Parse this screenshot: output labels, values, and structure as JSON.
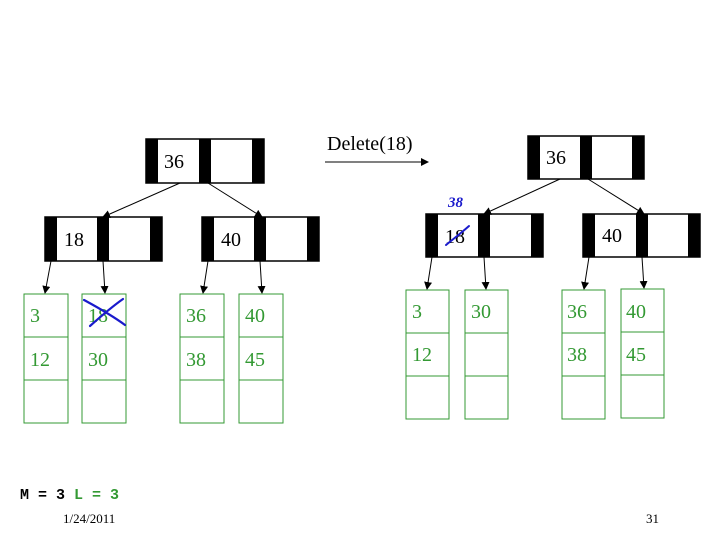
{
  "operation_label": "Delete(18)",
  "before": {
    "root": {
      "keys": [
        "36",
        ""
      ]
    },
    "internal": [
      {
        "keys": [
          "18",
          ""
        ]
      },
      {
        "keys": [
          "40",
          ""
        ]
      }
    ],
    "leaves": [
      {
        "keys": [
          "3",
          "12",
          ""
        ]
      },
      {
        "keys": [
          "18",
          "30",
          ""
        ],
        "crossed_out": "18"
      },
      {
        "keys": [
          "36",
          "38",
          ""
        ]
      },
      {
        "keys": [
          "40",
          "45",
          ""
        ]
      }
    ]
  },
  "after": {
    "root": {
      "keys": [
        "36",
        ""
      ]
    },
    "internal": [
      {
        "keys": [
          "18",
          ""
        ],
        "replacement_note": "38"
      },
      {
        "keys": [
          "40",
          ""
        ]
      }
    ],
    "leaves": [
      {
        "keys": [
          "3",
          "12",
          ""
        ]
      },
      {
        "keys": [
          "30",
          "",
          ""
        ]
      },
      {
        "keys": [
          "36",
          "38",
          ""
        ]
      },
      {
        "keys": [
          "40",
          "45",
          ""
        ]
      }
    ]
  },
  "params": {
    "m_text": "M = 3",
    "l_text": "L = 3"
  },
  "footer": {
    "date": "1/24/2011",
    "page": "31"
  },
  "colors": {
    "leaf": "#339933",
    "annotation": "#1a1acc",
    "node": "#000000"
  }
}
